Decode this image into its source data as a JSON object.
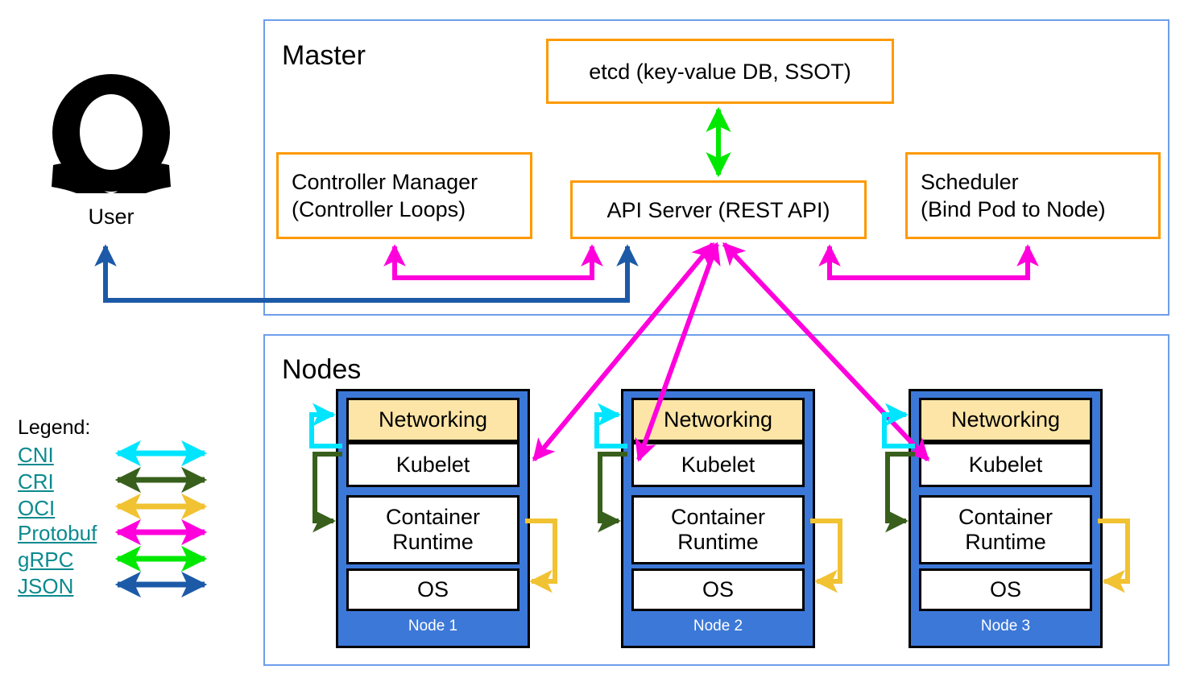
{
  "diagram": {
    "title_master": "Master",
    "title_nodes": "Nodes",
    "user_label": "User",
    "user_icon": "user-avatar-icon"
  },
  "master": {
    "etcd": "etcd (key-value DB, SSOT)",
    "controller_manager": "Controller Manager\n(Controller Loops)",
    "api_server": "API Server (REST API)",
    "scheduler": "Scheduler\n(Bind Pod to Node)"
  },
  "nodes": {
    "rows": [
      "Networking",
      "Kubelet",
      "Container\nRuntime",
      "OS"
    ],
    "items": [
      {
        "name": "Node 1"
      },
      {
        "name": "Node 2"
      },
      {
        "name": "Node 3"
      }
    ]
  },
  "legend": {
    "title": "Legend:",
    "entries": [
      {
        "label": "CNI",
        "color": "#00e5ff"
      },
      {
        "label": "CRI",
        "color": "#38601c"
      },
      {
        "label": "OCI",
        "color": "#f1c232"
      },
      {
        "label": "Protobuf",
        "color": "#ff00dd"
      },
      {
        "label": "gRPC",
        "color": "#00e800"
      },
      {
        "label": "JSON",
        "color": "#1c5aa8"
      }
    ]
  },
  "colors": {
    "container_border": "#6d9eeb",
    "box_border": "#ff9900",
    "node_fill": "#3c78d8",
    "networking_fill": "#fce5a6",
    "legend_text": "#0b8a8f",
    "cni": "#00e5ff",
    "cri": "#38601c",
    "oci": "#f1c232",
    "protobuf": "#ff00dd",
    "grpc": "#00e800",
    "json": "#1c5aa8"
  }
}
